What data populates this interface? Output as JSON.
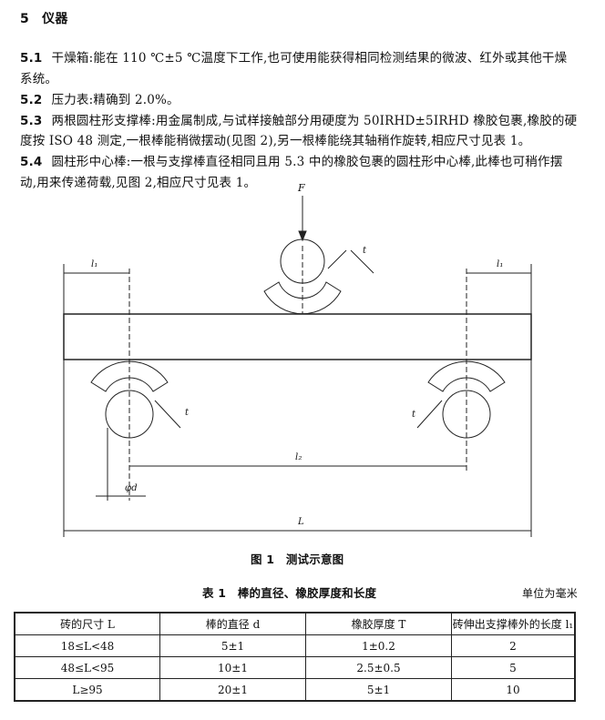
{
  "section": {
    "number": "5",
    "title": "仪器"
  },
  "paragraphs": [
    {
      "number": "5.1",
      "lines": [
        "干燥箱:能在 110 ℃±5 ℃温度下工作,也可使用能获得相同检测结果的微波、红外或其他干燥",
        "系统。"
      ]
    },
    {
      "number": "5.2",
      "lines": [
        "压力表:精确到 2.0%。"
      ]
    },
    {
      "number": "5.3",
      "lines": [
        "两根圆柱形支撑棒:用金属制成,与试样接触部分用硬度为 50IRHD±5IRHD 橡胶包裹,橡胶的硬",
        "度按 ISO 48 测定,一根棒能稍微摆动(见图 2),另一根棒能绕其轴稍作旋转,相应尺寸见表 1。"
      ]
    },
    {
      "number": "5.4",
      "lines": [
        "圆柱形中心棒:一根与支撑棒直径相同且用 5.3 中的橡胶包裹的圆柱形中心棒,此棒也可稍作摆",
        "动,用来传递荷载,见图 2,相应尺寸见表 1。"
      ]
    }
  ],
  "figure": {
    "caption": "图 1　测试示意图",
    "labels": {
      "force": "F",
      "t": "t",
      "l1": "l₁",
      "l2": "l₂",
      "d": "φd",
      "L": "L"
    }
  },
  "table": {
    "caption": "表 1　棒的直径、橡胶厚度和长度",
    "unit": "单位为毫米",
    "headers": [
      "砖的尺寸 L",
      "棒的直径 d",
      "橡胶厚度 T",
      "砖伸出支撑棒外的长度 l₁"
    ],
    "rows": [
      [
        "18≤L<48",
        "5±1",
        "1±0.2",
        "2"
      ],
      [
        "48≤L<95",
        "10±1",
        "2.5±0.5",
        "5"
      ],
      [
        "L≥95",
        "20±1",
        "5±1",
        "10"
      ]
    ]
  }
}
